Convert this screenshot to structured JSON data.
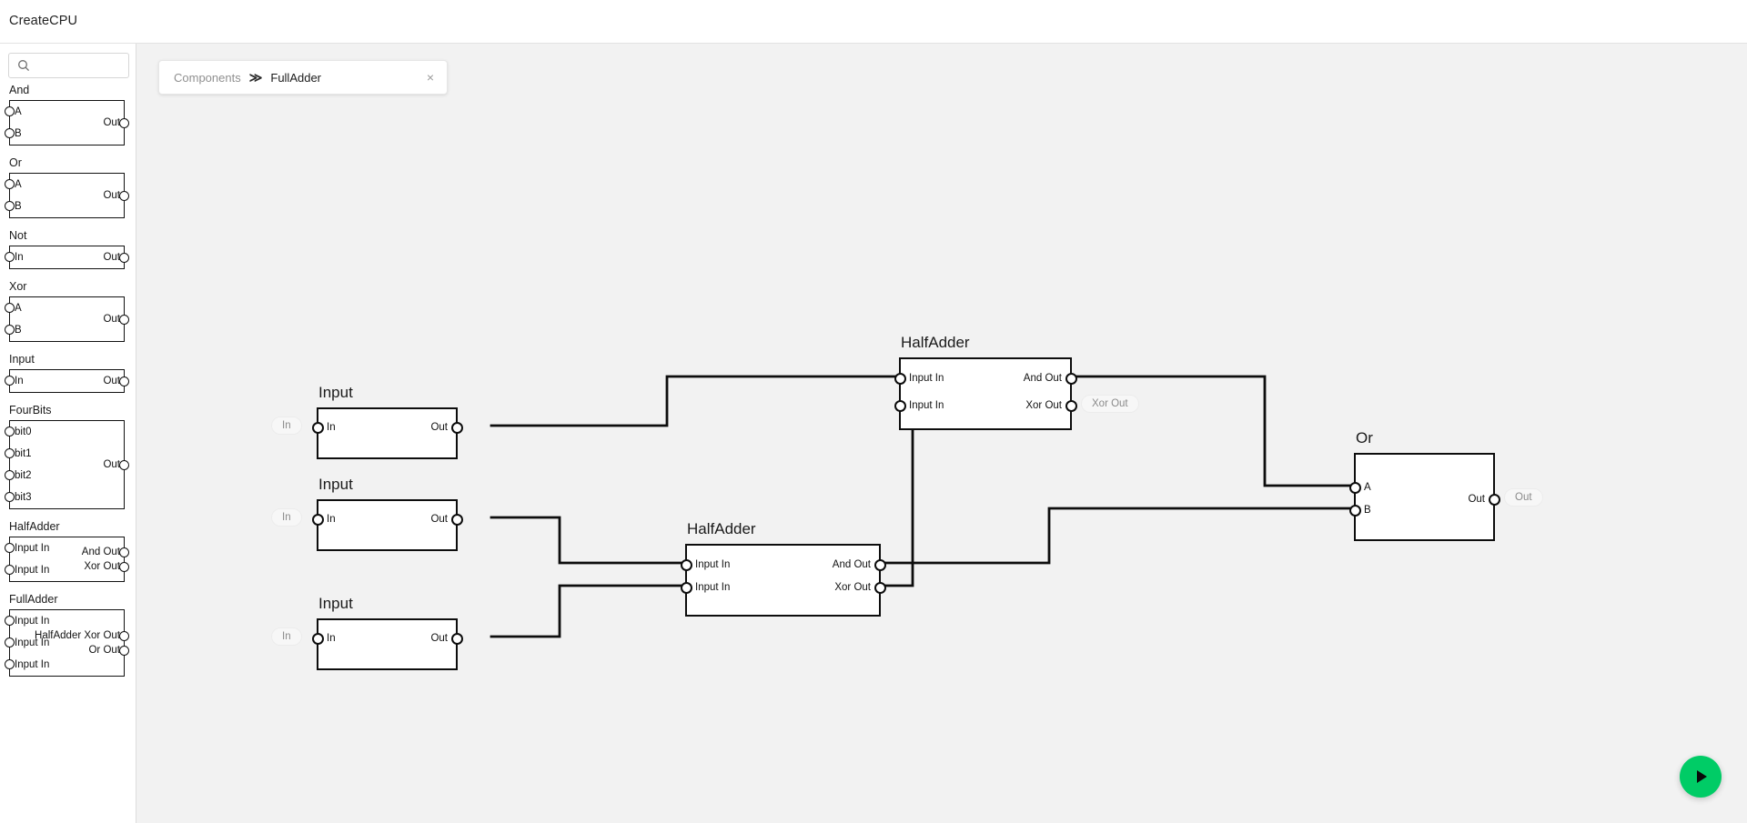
{
  "app": {
    "title": "CreateCPU"
  },
  "search": {
    "value": "",
    "placeholder": "",
    "icon": "search-icon"
  },
  "palette": [
    {
      "name": "And",
      "inputs": [
        "A",
        "B"
      ],
      "outputs": [
        "Out"
      ]
    },
    {
      "name": "Or",
      "inputs": [
        "A",
        "B"
      ],
      "outputs": [
        "Out"
      ]
    },
    {
      "name": "Not",
      "inputs": [
        "In"
      ],
      "outputs": [
        "Out"
      ]
    },
    {
      "name": "Xor",
      "inputs": [
        "A",
        "B"
      ],
      "outputs": [
        "Out"
      ]
    },
    {
      "name": "Input",
      "inputs": [
        "In"
      ],
      "outputs": [
        "Out"
      ]
    },
    {
      "name": "FourBits",
      "inputs": [
        "bit0",
        "bit1",
        "bit2",
        "bit3"
      ],
      "outputs": [
        "Out"
      ]
    },
    {
      "name": "HalfAdder",
      "inputs": [
        "Input In",
        "Input In"
      ],
      "outputs": [
        "And Out",
        "Xor Out"
      ]
    },
    {
      "name": "FullAdder",
      "inputs": [
        "Input In",
        "Input In",
        "Input In"
      ],
      "outputs": [
        "HalfAdder Xor Out",
        "Or Out"
      ]
    }
  ],
  "tab": {
    "root_label": "Components",
    "separator": "≫",
    "current_label": "FullAdder",
    "close_icon": "×"
  },
  "canvas": {
    "nodes": [
      {
        "id": "input1",
        "title": "Input",
        "in_pill": "In",
        "inputs": [
          "In"
        ],
        "outputs": [
          "Out"
        ],
        "out_pill": null
      },
      {
        "id": "input2",
        "title": "Input",
        "in_pill": "In",
        "inputs": [
          "In"
        ],
        "outputs": [
          "Out"
        ],
        "out_pill": null
      },
      {
        "id": "input3",
        "title": "Input",
        "in_pill": "In",
        "inputs": [
          "In"
        ],
        "outputs": [
          "Out"
        ],
        "out_pill": null
      },
      {
        "id": "halfadder1",
        "title": "HalfAdder",
        "in_pill": null,
        "inputs": [
          "Input In",
          "Input In"
        ],
        "outputs": [
          "And Out",
          "Xor Out"
        ],
        "out_pill": "Xor Out"
      },
      {
        "id": "halfadder2",
        "title": "HalfAdder",
        "in_pill": null,
        "inputs": [
          "Input In",
          "Input In"
        ],
        "outputs": [
          "And Out",
          "Xor Out"
        ],
        "out_pill": null
      },
      {
        "id": "or1",
        "title": "Or",
        "in_pill": null,
        "inputs": [
          "A",
          "B"
        ],
        "outputs": [
          "Out"
        ],
        "out_pill": "Out"
      }
    ]
  },
  "run_button": {
    "label": "Run",
    "icon": "play-icon",
    "color": "#00cc66"
  }
}
